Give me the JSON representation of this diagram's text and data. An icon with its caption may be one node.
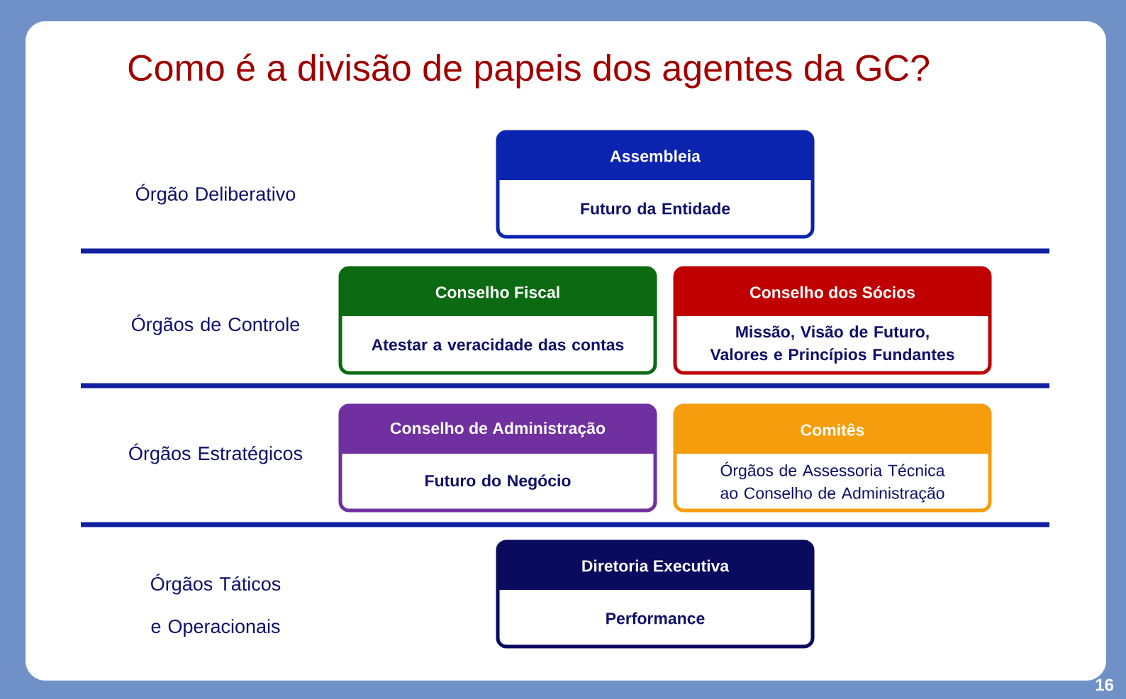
{
  "diagram": {
    "title": "Como é a divisão de papeis dos agentes da GC?",
    "nodes": [
      {
        "text": [
          "Assembleia",
          "Futuro da Entidade"
        ]
      },
      {
        "text": [
          "Conselho Fiscal",
          "Atestar a veracidade das contas"
        ]
      },
      {
        "text": [
          "Conselho dos Sócios",
          "Missão, Visão de Futuro, Valores e Princípios Fundantes"
        ]
      },
      {
        "text": [
          "Conselho de Administração",
          "Futuro do Negócio"
        ]
      },
      {
        "text": [
          "Comitês",
          "Órgãos de Assessoria Técnica ao Conselho de Administração"
        ]
      },
      {
        "text": [
          "Diretoria Executiva",
          "Performance"
        ]
      }
    ],
    "labels": [
      "Órgão Deliberativo",
      "Órgãos de Controle",
      "Órgãos Estratégicos",
      "Órgãos Táticos e Operacionais",
      "16"
    ]
  }
}
